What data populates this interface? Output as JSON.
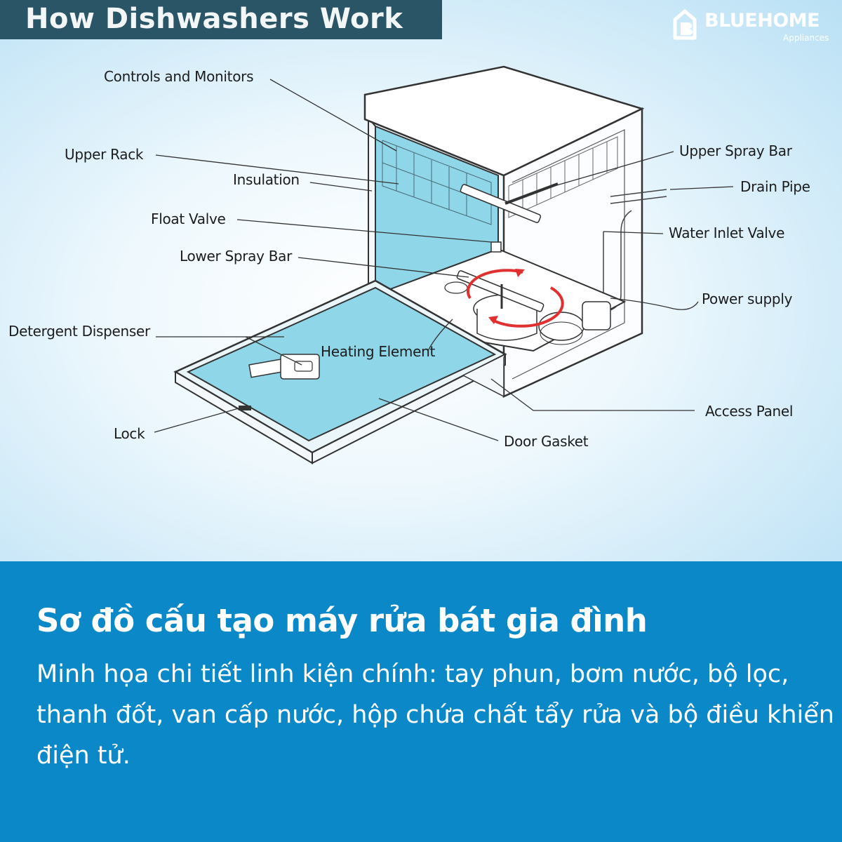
{
  "header": {
    "title": "How Dishwashers Work"
  },
  "brand": {
    "name": "BLUEHOME",
    "subtitle": "Appliances"
  },
  "diagram": {
    "labels": {
      "controls": "Controls and Monitors",
      "upper_rack": "Upper Rack",
      "insulation": "Insulation",
      "float_valve": "Float Valve",
      "lower_spray_bar": "Lower Spray Bar",
      "detergent_dispenser": "Detergent Dispenser",
      "heating_element": "Heating Element",
      "lock": "Lock",
      "upper_spray_bar": "Upper Spray Bar",
      "drain_pipe": "Drain Pipe",
      "water_inlet_valve": "Water Inlet Valve",
      "power_supply": "Power supply",
      "access_panel": "Access Panel",
      "door_gasket": "Door Gasket"
    }
  },
  "caption": {
    "heading": "Sơ đồ cấu tạo máy rửa bát gia đình",
    "description": "Minh họa chi tiết linh kiện chính: tay phun, bơm nước, bộ lọc, thanh đốt, van cấp nước, hộp chứa chất tẩy rửa và bộ điều khiển điện tử."
  },
  "colors": {
    "title_bg": "#2a5566",
    "caption_bg": "#0a88c8",
    "water_blue": "#8fd6e8",
    "accent_red": "#e03030"
  }
}
